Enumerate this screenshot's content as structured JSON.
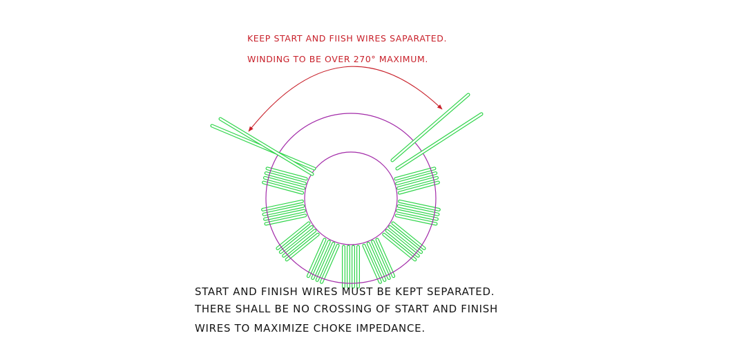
{
  "notes": {
    "top": [
      "KEEP START AND FIISH WIRES SAPARATED.",
      "WINDING TO BE OVER 270° MAXIMUM."
    ],
    "bottom": [
      "START AND FINISH WIRES  MUST BE KEPT SEPARATED.",
      "THERE SHALL BE NO CROSSING OF START AND FINISH",
      "WIRES TO MAXIMIZE CHOKE IMPEDANCE."
    ]
  },
  "colors": {
    "core": "#a22aa8",
    "wire": "#2dd448",
    "arrow": "#c8202a",
    "text": "#141414"
  }
}
